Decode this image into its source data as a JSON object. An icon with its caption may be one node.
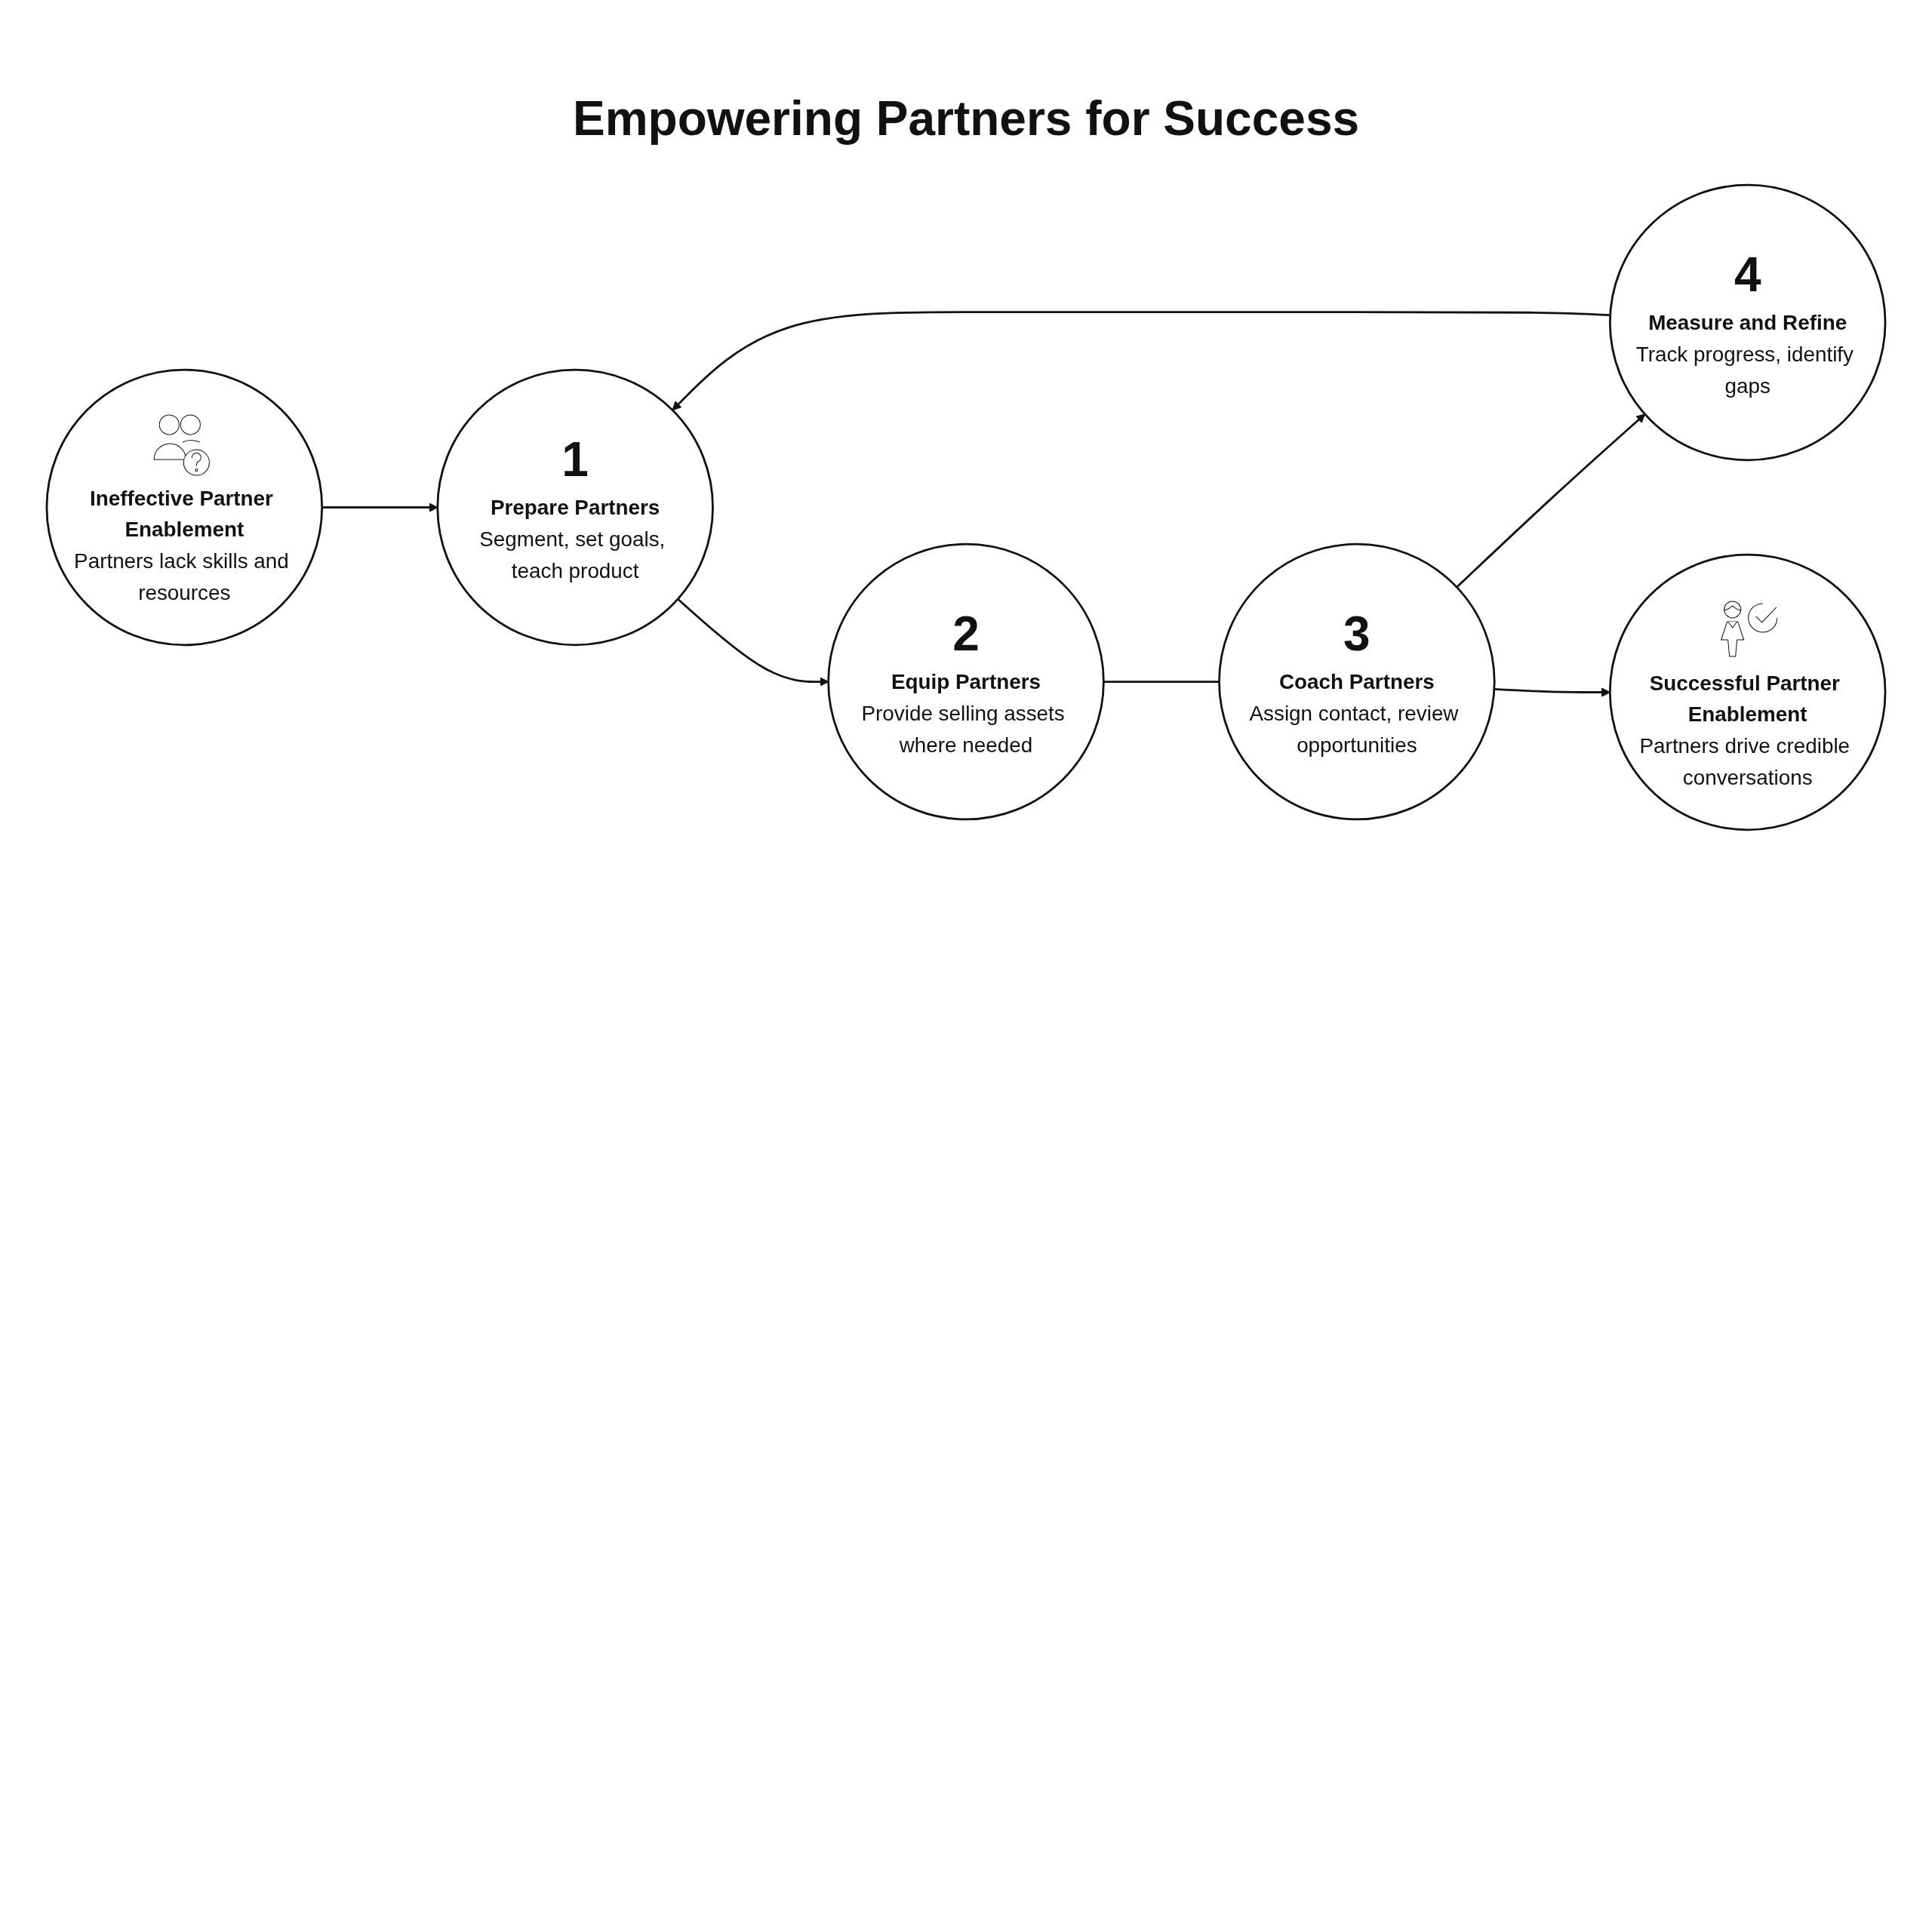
{
  "diagram": {
    "title": "Empowering Partners for Success",
    "nodes": [
      {
        "text": [
          "Ineffective Partner Enablement",
          "Partners lack skills and resources"
        ]
      },
      {
        "text": [
          "1",
          "Prepare Partners",
          "Segment, set goals, teach product"
        ]
      },
      {
        "text": [
          "2",
          "Equip Partners",
          "Provide selling assets where needed"
        ]
      },
      {
        "text": [
          "3",
          "Coach Partners",
          "Assign contact, review opportunities"
        ]
      },
      {
        "text": [
          "4",
          "Measure and Refine",
          "Track progress, identify gaps"
        ]
      },
      {
        "text": [
          "Successful Partner Enablement",
          "Partners drive credible conversations"
        ]
      }
    ],
    "edges": [
      {
        "from": 0,
        "to": 1,
        "arrow": "to"
      },
      {
        "from": 1,
        "to": 2,
        "arrow": "to"
      },
      {
        "from": 2,
        "to": 3,
        "arrow": "none"
      },
      {
        "from": 3,
        "to": 4,
        "arrow": "to"
      },
      {
        "from": 4,
        "to": 1,
        "arrow": "to"
      },
      {
        "from": 3,
        "to": 5,
        "arrow": "to"
      }
    ]
  }
}
